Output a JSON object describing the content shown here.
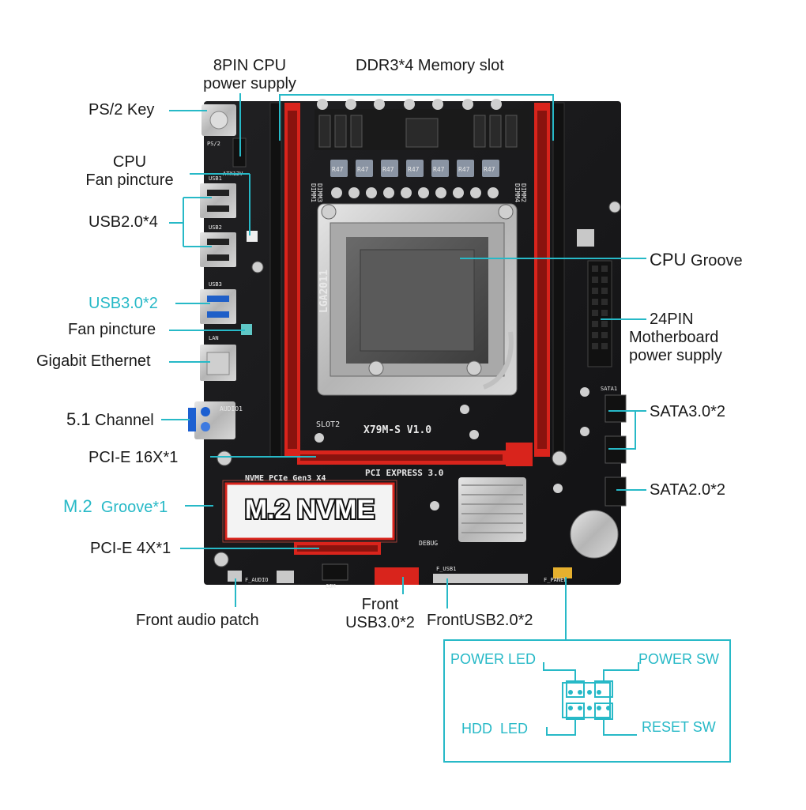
{
  "labels": {
    "cpu_power_line1": "8PIN CPU",
    "cpu_power_line2": "power supply",
    "memory_slot": "DDR3*4 Memory slot",
    "ps2_key": "PS/2 Key",
    "cpu_fan_line1": "CPU",
    "cpu_fan_line2": "Fan pincture",
    "usb20_4": "USB2.0*4",
    "usb30_2": "USB3.0*2",
    "fan_pincture": "Fan pincture",
    "gigabit_ethernet": "Gigabit Ethernet",
    "channel_51_prefix": "5.1",
    "channel_51_suffix": "Channel",
    "pcie16": "PCI-E 16X*1",
    "m2_prefix": "M.2",
    "m2_suffix": "Groove*1",
    "pcie4": "PCI-E 4X*1",
    "front_audio": "Front audio patch",
    "front_usb30_line1": "Front",
    "front_usb30_line2": "USB3.0*2",
    "front_usb20": "FrontUSB2.0*2",
    "cpu_groove_prefix": "CPU",
    "cpu_groove_suffix": "Groove",
    "atx24_line1": "24PIN",
    "atx24_line2": "Motherboard",
    "atx24_line3": "power supply",
    "sata30": "SATA3.0*2",
    "sata20": "SATA2.0*2"
  },
  "front_panel": {
    "power_led": "POWER LED",
    "power_sw": "POWER SW",
    "hdd_led": "HDD  LED",
    "reset_sw": "RESET SW"
  },
  "board": {
    "m2_banner": "M.2 NVME",
    "nvme_silk": "NVME PCIe Gen3 X4",
    "pci_express": "PCI EXPRESS 3.0",
    "socket": "LGA2011",
    "model": "X79M-S  V1.0",
    "slot2": "SLOT2",
    "dimm1": "DIMM1",
    "dimm3": "DIMM3",
    "dimm4": "DIMM4",
    "dimm2": "DIMM2",
    "choke": "R47",
    "debug": "DEBUG",
    "audio": "AUDIO1",
    "lan": "LAN",
    "usb3": "USB3",
    "usb2": "USB2",
    "usb1": "USB1",
    "ps2": "PS/2",
    "atx12v": "ATX12V",
    "sata1": "SATA1",
    "com": "COM",
    "f_panel": "F_PANEL",
    "f_usb": "F_USB1",
    "f_audio": "F_AUDIO"
  },
  "colors": {
    "callout_line": "#27b9c7",
    "board_dark": "#1b1b1d",
    "slot_red": "#d9241c",
    "accent_teal": "#27b9c7"
  }
}
